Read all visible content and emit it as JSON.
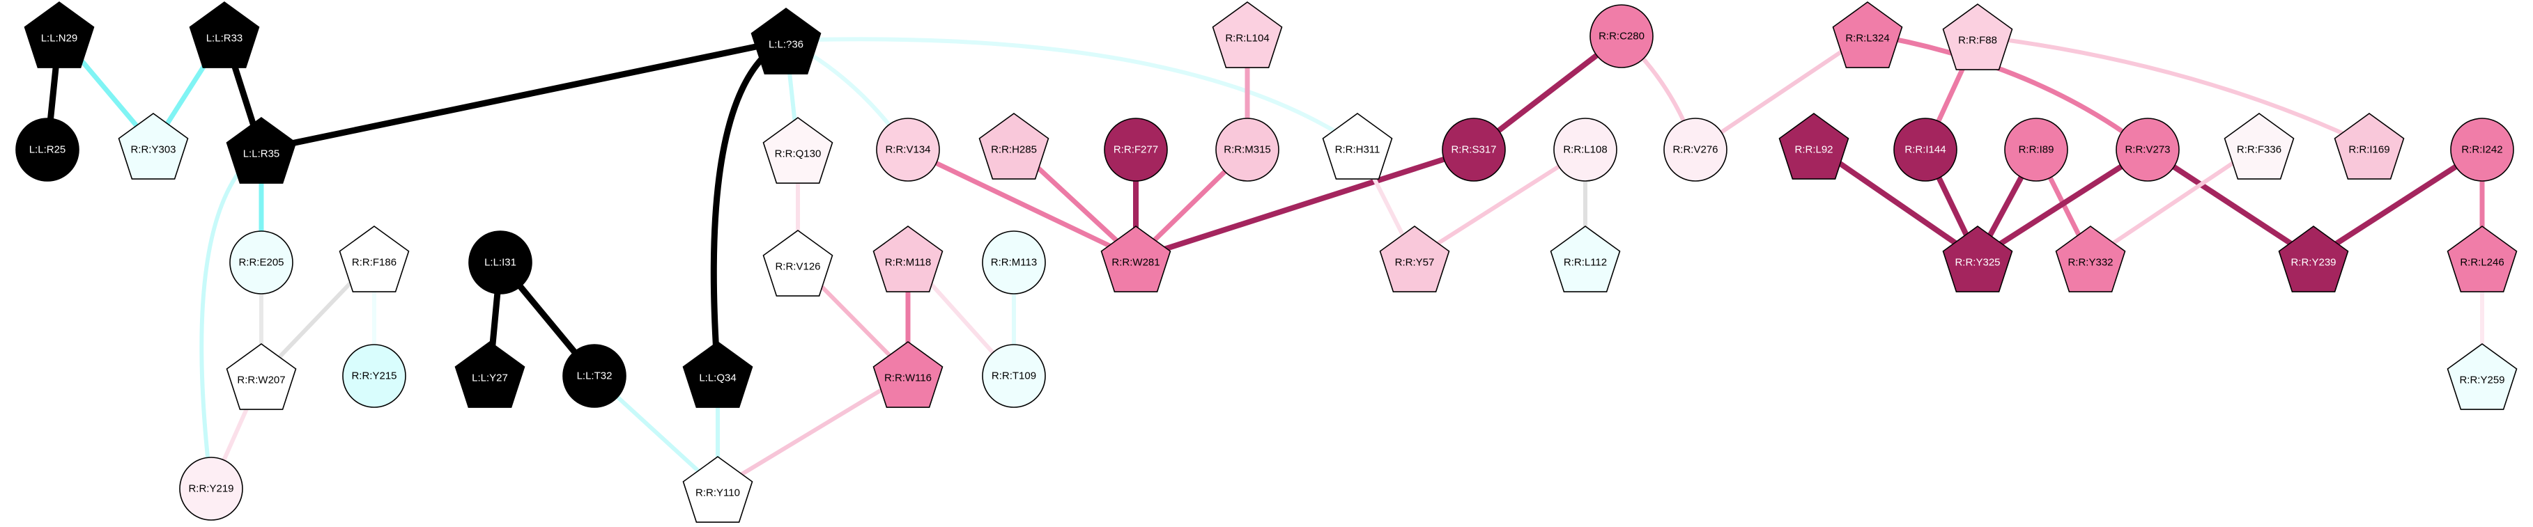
{
  "graph": {
    "nodes": [
      {
        "id": "L:L:N29",
        "label": "L:L:N29",
        "shape": "pentagon",
        "fill": "#000000",
        "text": "#ffffff"
      },
      {
        "id": "L:L:R25",
        "label": "L:L:R25",
        "shape": "circle",
        "fill": "#000000",
        "text": "#ffffff"
      },
      {
        "id": "R:R:Y303",
        "label": "R:R:Y303",
        "shape": "pentagon",
        "fill": "#eefefe",
        "text": "#000000"
      },
      {
        "id": "L:L:R33",
        "label": "L:L:R33",
        "shape": "pentagon",
        "fill": "#000000",
        "text": "#ffffff"
      },
      {
        "id": "L:L:R35",
        "label": "L:L:R35",
        "shape": "pentagon",
        "fill": "#000000",
        "text": "#ffffff"
      },
      {
        "id": "L:L:?36",
        "label": "L:L:?36",
        "shape": "pentagon",
        "fill": "#000000",
        "text": "#ffffff"
      },
      {
        "id": "R:R:E205",
        "label": "R:R:E205",
        "shape": "circle",
        "fill": "#eefefe",
        "text": "#000000"
      },
      {
        "id": "R:R:F186",
        "label": "R:R:F186",
        "shape": "pentagon",
        "fill": "#ffffff",
        "text": "#000000"
      },
      {
        "id": "R:R:W207",
        "label": "R:R:W207",
        "shape": "pentagon",
        "fill": "#ffffff",
        "text": "#000000"
      },
      {
        "id": "R:R:Y215",
        "label": "R:R:Y215",
        "shape": "circle",
        "fill": "#d9fdfd",
        "text": "#000000"
      },
      {
        "id": "R:R:Y219",
        "label": "R:R:Y219",
        "shape": "circle",
        "fill": "#fdeef4",
        "text": "#000000"
      },
      {
        "id": "L:L:I31",
        "label": "L:L:I31",
        "shape": "circle",
        "fill": "#000000",
        "text": "#ffffff"
      },
      {
        "id": "L:L:Y27",
        "label": "L:L:Y27",
        "shape": "pentagon",
        "fill": "#000000",
        "text": "#ffffff"
      },
      {
        "id": "L:L:T32",
        "label": "L:L:T32",
        "shape": "circle",
        "fill": "#000000",
        "text": "#ffffff"
      },
      {
        "id": "L:L:Q34",
        "label": "L:L:Q34",
        "shape": "pentagon",
        "fill": "#000000",
        "text": "#ffffff"
      },
      {
        "id": "R:R:Q130",
        "label": "R:R:Q130",
        "shape": "pentagon",
        "fill": "#fef5f8",
        "text": "#000000"
      },
      {
        "id": "R:R:V126",
        "label": "R:R:V126",
        "shape": "pentagon",
        "fill": "#ffffff",
        "text": "#000000"
      },
      {
        "id": "R:R:Y110",
        "label": "R:R:Y110",
        "shape": "pentagon",
        "fill": "#ffffff",
        "text": "#000000"
      },
      {
        "id": "R:R:V134",
        "label": "R:R:V134",
        "shape": "circle",
        "fill": "#fbd0e0",
        "text": "#000000"
      },
      {
        "id": "R:R:H285",
        "label": "R:R:H285",
        "shape": "pentagon",
        "fill": "#f9c8da",
        "text": "#000000"
      },
      {
        "id": "R:R:F277",
        "label": "R:R:F277",
        "shape": "circle",
        "fill": "#a4255e",
        "text": "#ffffff"
      },
      {
        "id": "R:R:L104",
        "label": "R:R:L104",
        "shape": "pentagon",
        "fill": "#fbd0e0",
        "text": "#000000"
      },
      {
        "id": "R:R:M315",
        "label": "R:R:M315",
        "shape": "circle",
        "fill": "#f9c8da",
        "text": "#000000"
      },
      {
        "id": "R:R:W281",
        "label": "R:R:W281",
        "shape": "pentagon",
        "fill": "#f07da8",
        "text": "#000000"
      },
      {
        "id": "R:R:M118",
        "label": "R:R:M118",
        "shape": "pentagon",
        "fill": "#f9c8da",
        "text": "#000000"
      },
      {
        "id": "R:R:M113",
        "label": "R:R:M113",
        "shape": "circle",
        "fill": "#eefefe",
        "text": "#000000"
      },
      {
        "id": "R:R:W116",
        "label": "R:R:W116",
        "shape": "pentagon",
        "fill": "#f07da8",
        "text": "#000000"
      },
      {
        "id": "R:R:T109",
        "label": "R:R:T109",
        "shape": "circle",
        "fill": "#eefefe",
        "text": "#000000"
      },
      {
        "id": "R:R:H311",
        "label": "R:R:H311",
        "shape": "pentagon",
        "fill": "#ffffff",
        "text": "#000000"
      },
      {
        "id": "R:R:C280",
        "label": "R:R:C280",
        "shape": "circle",
        "fill": "#f07da8",
        "text": "#000000"
      },
      {
        "id": "R:R:S317",
        "label": "R:R:S317",
        "shape": "circle",
        "fill": "#a4255e",
        "text": "#ffffff"
      },
      {
        "id": "R:R:L108",
        "label": "R:R:L108",
        "shape": "circle",
        "fill": "#fdeef4",
        "text": "#000000"
      },
      {
        "id": "R:R:Y57",
        "label": "R:R:Y57",
        "shape": "pentagon",
        "fill": "#f9c8da",
        "text": "#000000"
      },
      {
        "id": "R:R:L112",
        "label": "R:R:L112",
        "shape": "pentagon",
        "fill": "#eefefe",
        "text": "#000000"
      },
      {
        "id": "R:R:V276",
        "label": "R:R:V276",
        "shape": "circle",
        "fill": "#fdeef4",
        "text": "#000000"
      },
      {
        "id": "R:R:L324",
        "label": "R:R:L324",
        "shape": "pentagon",
        "fill": "#f07da8",
        "text": "#000000"
      },
      {
        "id": "R:R:F88",
        "label": "R:R:F88",
        "shape": "pentagon",
        "fill": "#fbd0e0",
        "text": "#000000"
      },
      {
        "id": "R:R:L92",
        "label": "R:R:L92",
        "shape": "pentagon",
        "fill": "#a4255e",
        "text": "#ffffff"
      },
      {
        "id": "R:R:I144",
        "label": "R:R:I144",
        "shape": "circle",
        "fill": "#a4255e",
        "text": "#ffffff"
      },
      {
        "id": "R:R:I89",
        "label": "R:R:I89",
        "shape": "circle",
        "fill": "#f07da8",
        "text": "#000000"
      },
      {
        "id": "R:R:V273",
        "label": "R:R:V273",
        "shape": "circle",
        "fill": "#f07da8",
        "text": "#000000"
      },
      {
        "id": "R:R:F336",
        "label": "R:R:F336",
        "shape": "pentagon",
        "fill": "#fdf5f8",
        "text": "#000000"
      },
      {
        "id": "R:R:I169",
        "label": "R:R:I169",
        "shape": "pentagon",
        "fill": "#f9c8da",
        "text": "#000000"
      },
      {
        "id": "R:R:Y325",
        "label": "R:R:Y325",
        "shape": "pentagon",
        "fill": "#a4255e",
        "text": "#ffffff"
      },
      {
        "id": "R:R:Y332",
        "label": "R:R:Y332",
        "shape": "pentagon",
        "fill": "#f07da8",
        "text": "#000000"
      },
      {
        "id": "R:R:Y239",
        "label": "R:R:Y239",
        "shape": "pentagon",
        "fill": "#a4255e",
        "text": "#ffffff"
      },
      {
        "id": "R:R:I242",
        "label": "R:R:I242",
        "shape": "circle",
        "fill": "#f07da8",
        "text": "#000000"
      },
      {
        "id": "R:R:L246",
        "label": "R:R:L246",
        "shape": "pentagon",
        "fill": "#f07da8",
        "text": "#000000"
      },
      {
        "id": "R:R:Y259",
        "label": "R:R:Y259",
        "shape": "pentagon",
        "fill": "#eefefe",
        "text": "#000000"
      }
    ],
    "edges": [
      {
        "source": "L:L:N29",
        "target": "L:L:R25",
        "color": "#000000"
      },
      {
        "source": "L:L:N29",
        "target": "R:R:Y303",
        "color": "#80f4f4"
      },
      {
        "source": "L:L:R33",
        "target": "R:R:Y303",
        "color": "#80f4f4"
      },
      {
        "source": "L:L:R33",
        "target": "L:L:R35",
        "color": "#000000"
      },
      {
        "source": "L:L:R35",
        "target": "L:L:?36",
        "color": "#000000"
      },
      {
        "source": "L:L:R35",
        "target": "R:R:E205",
        "color": "#80f4f4"
      },
      {
        "source": "L:L:R35",
        "target": "R:R:Y219",
        "color": "#c8fafa"
      },
      {
        "source": "R:R:F186",
        "target": "R:R:W207",
        "color": "#e0e0e0"
      },
      {
        "source": "R:R:F186",
        "target": "R:R:Y215",
        "color": "#eefefe"
      },
      {
        "source": "R:R:E205",
        "target": "R:R:W207",
        "color": "#e8e8e8"
      },
      {
        "source": "R:R:W207",
        "target": "R:R:Y219",
        "color": "#fbe0ea"
      },
      {
        "source": "L:L:I31",
        "target": "L:L:Y27",
        "color": "#000000"
      },
      {
        "source": "L:L:I31",
        "target": "L:L:T32",
        "color": "#000000"
      },
      {
        "source": "L:L:T32",
        "target": "R:R:Y110",
        "color": "#c8fafa"
      },
      {
        "source": "L:L:?36",
        "target": "L:L:Q34",
        "color": "#000000"
      },
      {
        "source": "L:L:Q34",
        "target": "R:R:Y110",
        "color": "#c8fafa"
      },
      {
        "source": "L:L:?36",
        "target": "R:R:Q130",
        "color": "#c8fafa"
      },
      {
        "source": "L:L:?36",
        "target": "R:R:V134",
        "color": "#dcfcfc"
      },
      {
        "source": "L:L:?36",
        "target": "R:R:H311",
        "color": "#dcfcfc"
      },
      {
        "source": "R:R:Q130",
        "target": "R:R:V126",
        "color": "#fbe0ea"
      },
      {
        "source": "R:R:V126",
        "target": "R:R:W116",
        "color": "#f7b5cc"
      },
      {
        "source": "R:R:W116",
        "target": "R:R:Y110",
        "color": "#f7c5d8"
      },
      {
        "source": "R:R:M118",
        "target": "R:R:W116",
        "color": "#ec7aa5"
      },
      {
        "source": "R:R:M118",
        "target": "R:R:T109",
        "color": "#fbe0ea"
      },
      {
        "source": "R:R:M113",
        "target": "R:R:T109",
        "color": "#e0fcfc"
      },
      {
        "source": "R:R:V134",
        "target": "R:R:W281",
        "color": "#ec7aa5"
      },
      {
        "source": "R:R:H285",
        "target": "R:R:W281",
        "color": "#ec7aa5"
      },
      {
        "source": "R:R:F277",
        "target": "R:R:W281",
        "color": "#a4255e"
      },
      {
        "source": "R:R:L104",
        "target": "R:R:M315",
        "color": "#f2a0c0"
      },
      {
        "source": "R:R:M315",
        "target": "R:R:W281",
        "color": "#ec7aa5"
      },
      {
        "source": "R:R:S317",
        "target": "R:R:W281",
        "color": "#a4255e"
      },
      {
        "source": "R:R:C280",
        "target": "R:R:S317",
        "color": "#a4255e"
      },
      {
        "source": "R:R:C280",
        "target": "R:R:V276",
        "color": "#f9c8da"
      },
      {
        "source": "R:R:H311",
        "target": "R:R:Y57",
        "color": "#fbe0ea"
      },
      {
        "source": "R:R:L108",
        "target": "R:R:Y57",
        "color": "#f9c8da"
      },
      {
        "source": "R:R:L108",
        "target": "R:R:L112",
        "color": "#e0e0e0"
      },
      {
        "source": "R:R:L324",
        "target": "R:R:V276",
        "color": "#f7c5d8"
      },
      {
        "source": "R:R:L324",
        "target": "R:R:V273",
        "color": "#ec7aa5"
      },
      {
        "source": "R:R:F88",
        "target": "R:R:I144",
        "color": "#ec7aa5"
      },
      {
        "source": "R:R:F88",
        "target": "R:R:I169",
        "color": "#f9c8da"
      },
      {
        "source": "R:R:L92",
        "target": "R:R:Y325",
        "color": "#a4255e"
      },
      {
        "source": "R:R:I144",
        "target": "R:R:Y325",
        "color": "#a4255e"
      },
      {
        "source": "R:R:I89",
        "target": "R:R:Y325",
        "color": "#a4255e"
      },
      {
        "source": "R:R:I89",
        "target": "R:R:Y332",
        "color": "#ec7aa5"
      },
      {
        "source": "R:R:V273",
        "target": "R:R:Y325",
        "color": "#a4255e"
      },
      {
        "source": "R:R:V273",
        "target": "R:R:Y239",
        "color": "#a4255e"
      },
      {
        "source": "R:R:F336",
        "target": "R:R:Y332",
        "color": "#f9c8da"
      },
      {
        "source": "R:R:I242",
        "target": "R:R:Y239",
        "color": "#a4255e"
      },
      {
        "source": "R:R:I242",
        "target": "R:R:L246",
        "color": "#ec7aa5"
      },
      {
        "source": "R:R:L246",
        "target": "R:R:Y259",
        "color": "#fde8f0"
      }
    ]
  }
}
